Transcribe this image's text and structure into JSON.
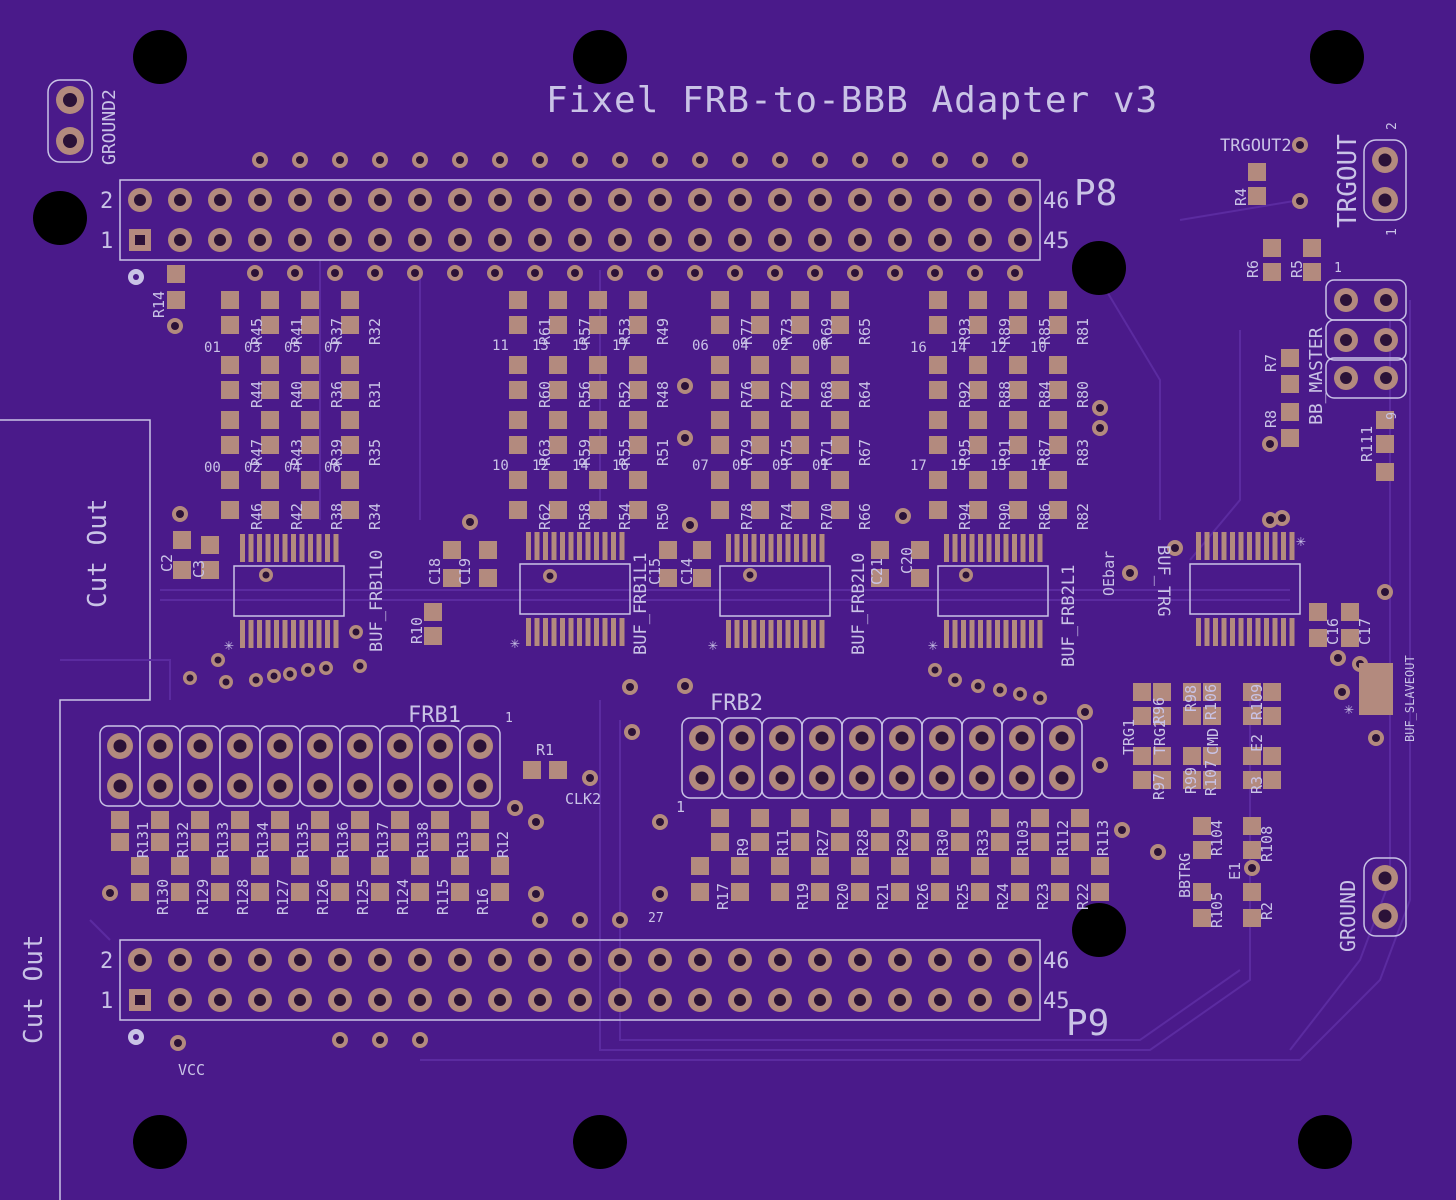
{
  "board_title": "Fixel FRB-to-BBB Adapter v3",
  "headers": {
    "p8": {
      "name": "P8",
      "pin_tl": "2",
      "pin_bl": "1",
      "pin_tr": "46",
      "pin_br": "45"
    },
    "p9": {
      "name": "P9",
      "pin_tl": "2",
      "pin_bl": "1",
      "pin_tr": "46",
      "pin_br": "45"
    }
  },
  "connectors": {
    "frb1": "FRB1",
    "frb1_pin": "1",
    "frb2": "FRB2",
    "frb2_pin": "1",
    "ground2": "GROUND2",
    "ground": "GROUND",
    "trgout": "TRGOUT",
    "trgout_pin1": "1",
    "trgout_pin2": "2",
    "trgout2": "TRGOUT2",
    "bb_master": "BB_MASTER",
    "bb_master_pin1": "1",
    "bb_master_pin6": "6",
    "vcc": "VCC",
    "clk2": "CLK2",
    "oebar": "OEbar",
    "bbtrg": "BBTRG",
    "trg1": "TRG1",
    "trg2": "TRG2",
    "cmd": "CMD",
    "e1": "E1",
    "e2": "E2",
    "pad27": "27"
  },
  "cutouts": [
    "Cut Out",
    "Cut Out"
  ],
  "buffers": {
    "frb1l0": "BUF_FRB1L0",
    "frb1l1": "BUF_FRB1L1",
    "frb2l0": "BUF_FRB2L0",
    "frb2l1": "BUF_FRB2L1",
    "trg": "BUF_TRG",
    "slaveout": "BUF_SLAVEOUT"
  },
  "capacitors": [
    "C2",
    "C3",
    "C18",
    "C19",
    "C15",
    "C14",
    "C21",
    "C20",
    "C16",
    "C17"
  ],
  "resistors": {
    "group1_top": [
      "R45",
      "R41",
      "R37",
      "R32"
    ],
    "group1_mid": [
      "R44",
      "R40",
      "R36",
      "R31"
    ],
    "group1_low": [
      "R47",
      "R43",
      "R39",
      "R35"
    ],
    "group1_bot": [
      "R46",
      "R42",
      "R38",
      "R34"
    ],
    "group2_top": [
      "R61",
      "R57",
      "R53",
      "R49"
    ],
    "group2_mid": [
      "R60",
      "R56",
      "R52",
      "R48"
    ],
    "group2_low": [
      "R63",
      "R59",
      "R55",
      "R51"
    ],
    "group2_bot": [
      "R62",
      "R58",
      "R54",
      "R50"
    ],
    "group3_top": [
      "R77",
      "R73",
      "R69",
      "R65"
    ],
    "group3_mid": [
      "R76",
      "R72",
      "R68",
      "R64"
    ],
    "group3_low": [
      "R79",
      "R75",
      "R71",
      "R67"
    ],
    "group3_bot": [
      "R78",
      "R74",
      "R70",
      "R66"
    ],
    "group4_top": [
      "R93",
      "R89",
      "R85",
      "R81"
    ],
    "group4_mid": [
      "R92",
      "R88",
      "R84",
      "R80"
    ],
    "group4_low": [
      "R95",
      "R91",
      "R87",
      "R83"
    ],
    "group4_bot": [
      "R94",
      "R90",
      "R86",
      "R82"
    ],
    "frb1_top": [
      "R131",
      "R132",
      "R133",
      "R134",
      "R135",
      "R136",
      "R137",
      "R138",
      "R13",
      "R12"
    ],
    "frb1_bot": [
      "R130",
      "R129",
      "R128",
      "R127",
      "R126",
      "R125",
      "R124",
      "R115",
      "R16"
    ],
    "frb2_top": [
      "R9",
      "R11",
      "R27",
      "R28",
      "R29",
      "R30",
      "R33",
      "R103",
      "R112",
      "R113"
    ],
    "frb2_bot": [
      "R17",
      "R19",
      "R20",
      "R21",
      "R26",
      "R25",
      "R24",
      "R23",
      "R22"
    ],
    "misc": [
      "R14",
      "R10",
      "R1",
      "R4",
      "R6",
      "R5",
      "R7",
      "R8",
      "R111",
      "R96",
      "R97",
      "R98",
      "R99",
      "R106",
      "R107",
      "R109",
      "R3",
      "R104",
      "R105",
      "R108",
      "R2"
    ]
  },
  "bit_labels": {
    "g1_top": [
      "01",
      "03",
      "05",
      "07"
    ],
    "g1_bot": [
      "00",
      "02",
      "04",
      "06"
    ],
    "g2_top": [
      "11",
      "13",
      "15",
      "17"
    ],
    "g2_bot": [
      "10",
      "12",
      "14",
      "16"
    ],
    "g3_top": [
      "06",
      "04",
      "02",
      "00"
    ],
    "g3_bot": [
      "07",
      "05",
      "03",
      "01"
    ],
    "g4_top": [
      "16",
      "14",
      "12",
      "10"
    ],
    "g4_bot": [
      "17",
      "15",
      "13",
      "11"
    ]
  }
}
